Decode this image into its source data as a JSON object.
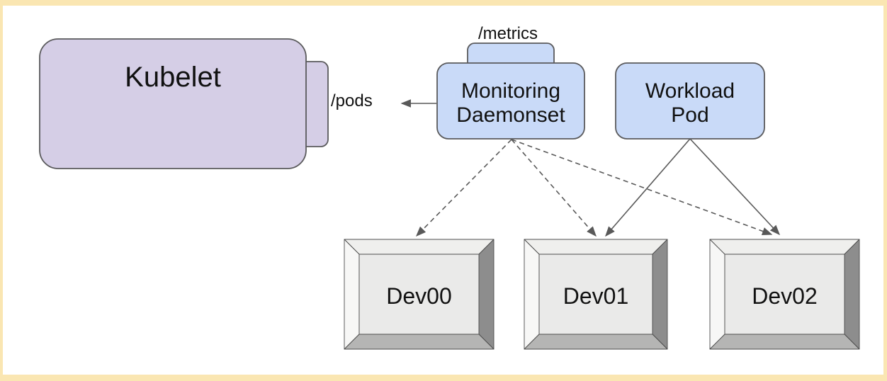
{
  "diagram": {
    "nodes": {
      "kubelet": {
        "label": "Kubelet"
      },
      "monitoring_daemonset": {
        "label_line1": "Monitoring",
        "label_line2": "Daemonset"
      },
      "workload_pod": {
        "label_line1": "Workload",
        "label_line2": "Pod"
      },
      "devices": [
        {
          "label": "Dev00"
        },
        {
          "label": "Dev01"
        },
        {
          "label": "Dev02"
        }
      ]
    },
    "endpoints": {
      "metrics": "/metrics",
      "pods": "/pods"
    },
    "edges": [
      {
        "from": "monitoring_daemonset",
        "to": "kubelet",
        "via": "/pods",
        "style": "solid-arrow"
      },
      {
        "from": "monitoring_daemonset",
        "to": "Dev00",
        "style": "dashed-arrow"
      },
      {
        "from": "monitoring_daemonset",
        "to": "Dev01",
        "style": "dashed-arrow"
      },
      {
        "from": "monitoring_daemonset",
        "to": "Dev02",
        "style": "dashed-arrow"
      },
      {
        "from": "workload_pod",
        "to": "Dev01",
        "style": "solid-arrow"
      },
      {
        "from": "workload_pod",
        "to": "Dev02",
        "style": "solid-arrow"
      }
    ],
    "colors": {
      "node_purple": "#d5cee6",
      "node_blue": "#c9daf8",
      "frame_border": "#fae6b2",
      "line_stroke": "#595959"
    }
  }
}
